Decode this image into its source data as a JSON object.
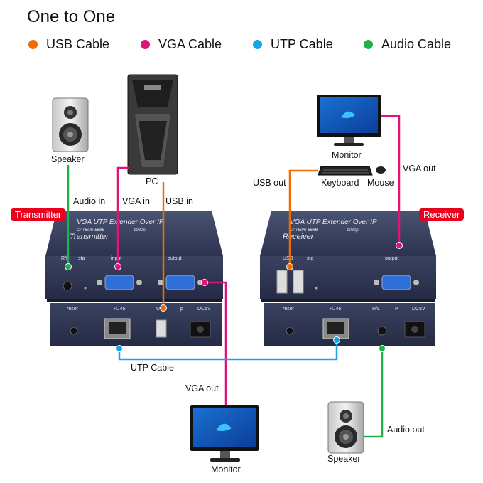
{
  "title": "One to One",
  "legend": [
    {
      "label": "USB Cable",
      "color": "#ef6c00"
    },
    {
      "label": "VGA Cable",
      "color": "#e0137a"
    },
    {
      "label": "UTP Cable",
      "color": "#1aa3e8"
    },
    {
      "label": "Audio Cable",
      "color": "#21b14b"
    }
  ],
  "labels": {
    "speaker_left": "Speaker",
    "pc": "PC",
    "audio_in": "Audio in",
    "vga_in": "VGA in",
    "usb_in": "USB in",
    "monitor_right": "Monitor",
    "vga_out_right": "VGA out",
    "usb_out": "USB out",
    "keyboard": "Keyboard",
    "mouse": "Mouse",
    "utp_cable": "UTP Cable",
    "vga_out_bottom": "VGA out",
    "monitor_bottom": "Monitor",
    "audio_out": "Audio out",
    "speaker_right": "Speaker"
  },
  "badges": {
    "transmitter": "Transmitter",
    "receiver": "Receiver"
  },
  "devices": {
    "transmitter": {
      "top_text": "VGA UTP Extender Over IP",
      "sub_text": "CAT5e/6-568B",
      "res_text": "1080p",
      "name": "Transmitter",
      "front": {
        "rl": "R/L",
        "sta": "sta",
        "input": "input",
        "output": "output"
      },
      "back": {
        "reset": "reset",
        "rj45": "RJ45",
        "u": "U",
        "p": "p",
        "dc": "DC5V"
      }
    },
    "receiver": {
      "top_text": "VGA UTP Extender Over IP",
      "sub_text": "CAT5e/6-568B",
      "res_text": "1080p",
      "name": "Receiver",
      "front": {
        "usb": "USB",
        "sta": "sta",
        "output": "output"
      },
      "back": {
        "reset": "reset",
        "rj45": "RJ45",
        "rl": "R/L",
        "p": "P",
        "dc": "DC5V"
      }
    }
  }
}
